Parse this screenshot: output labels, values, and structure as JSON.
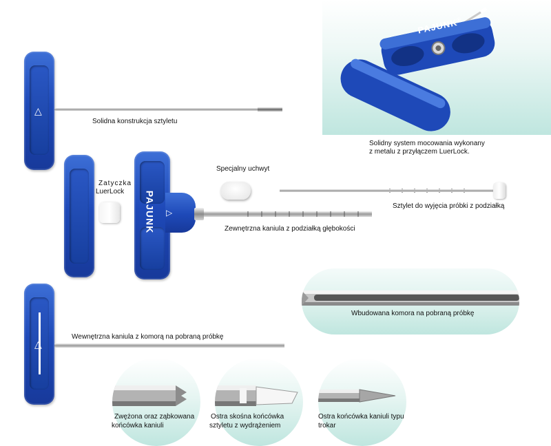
{
  "brand": "PAJUNK",
  "brand_mark": "®",
  "labels": {
    "stylet_solid": "Solidna konstrukcja sztyletu",
    "mount_line1": "Solidny system mocowania wykonany",
    "mount_line2": "z metalu z przyłączem LuerLock.",
    "plug_line1": "Zatyczka",
    "plug_line2": "LuerLock",
    "handle_special": "Specjalny uchwyt",
    "stylet_graded": "Sztylet do wyjęcia próbki z podziałką",
    "outer_cannula": "Zewnętrzna kaniula z podziałką głębokości",
    "inner_cannula": "Wewnętrzna kaniula z komorą na pobraną próbkę",
    "chamber": "Wbudowana komora na pobraną próbkę",
    "tip1_line1": "Zwężona oraz ząbkowana",
    "tip1_line2": "końcówka kaniuli",
    "tip2_line1": "Ostra skośna końcówka",
    "tip2_line2": "sztyletu z wydrążeniem",
    "tip3_line1": "Ostra końcówka kaniuli typu",
    "tip3_line2": "trokar"
  },
  "colors": {
    "handle_blue": "#1e49b8",
    "teal_bg": "#b9e4dc",
    "metal": "#a8a8a8"
  }
}
